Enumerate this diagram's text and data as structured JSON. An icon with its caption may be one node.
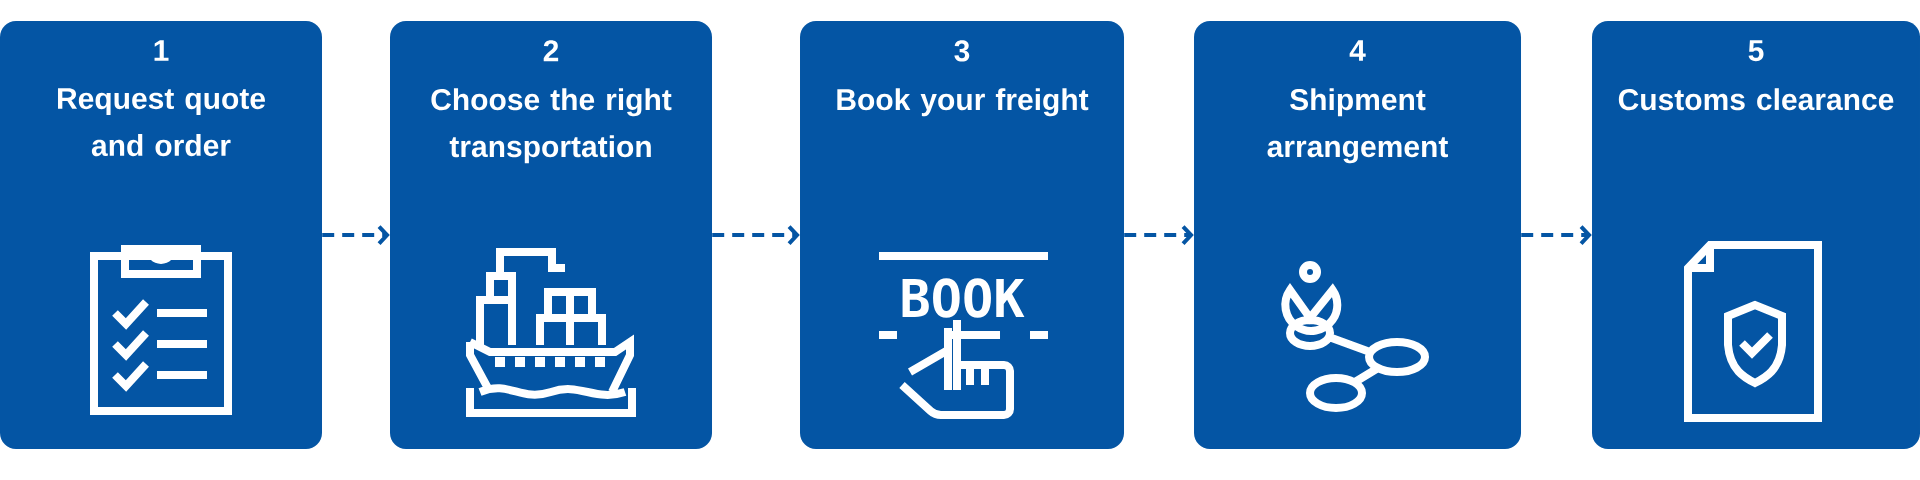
{
  "diagram": {
    "nodes": [
      {
        "text": [
          "1",
          "Request quote and order"
        ]
      },
      {
        "text": [
          "2",
          "Choose the right transportation"
        ]
      },
      {
        "text": [
          "3",
          "Book your freight"
        ]
      },
      {
        "text": [
          "4",
          "Shipment arrangement"
        ]
      },
      {
        "text": [
          "5",
          "Customs clearance"
        ]
      }
    ],
    "edges": [
      {
        "from": 0,
        "to": 1,
        "arrow": "to",
        "style": "dashed"
      },
      {
        "from": 1,
        "to": 2,
        "arrow": "to",
        "style": "dashed"
      },
      {
        "from": 2,
        "to": 3,
        "arrow": "to",
        "style": "dashed"
      },
      {
        "from": 3,
        "to": 4,
        "arrow": "to",
        "style": "dashed"
      }
    ],
    "labels": [
      "BOOK"
    ]
  }
}
